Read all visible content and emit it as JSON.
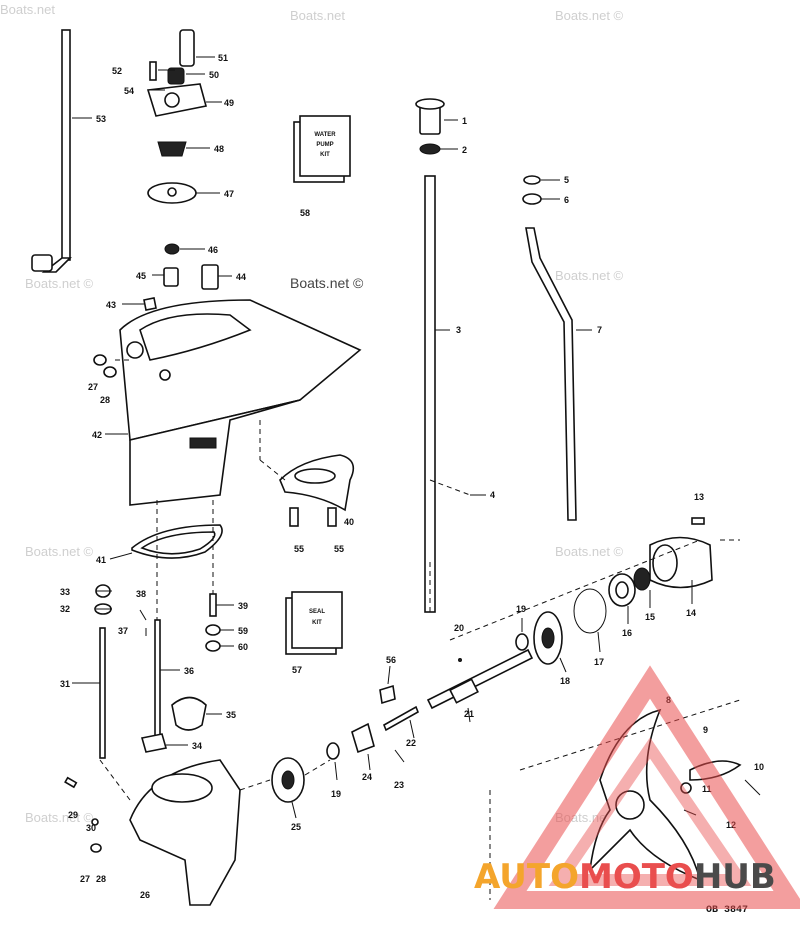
{
  "watermarks": [
    "Boats.net",
    "Boats.net",
    "Boats.net ©",
    "Boats.net ©",
    "Boats.net ©",
    "Boats.net ©",
    "Boats.net ©",
    "Boats.net ©",
    "Boats.net ©",
    "Boats.net ©"
  ],
  "kits": {
    "water_pump": [
      "WATER",
      "PUMP",
      "KIT"
    ],
    "seal": [
      "SEAL",
      "KIT"
    ]
  },
  "callouts": {
    "c1": "1",
    "c2": "2",
    "c3": "3",
    "c4": "4",
    "c5": "5",
    "c6": "6",
    "c7": "7",
    "c8": "8",
    "c9": "9",
    "c10": "10",
    "c11": "11",
    "c12": "12",
    "c13": "13",
    "c14": "14",
    "c15": "15",
    "c16": "16",
    "c17": "17",
    "c18": "18",
    "c19a": "19",
    "c19b": "19",
    "c20": "20",
    "c21": "21",
    "c22": "22",
    "c23": "23",
    "c24": "24",
    "c25": "25",
    "c26": "26",
    "c27a": "27",
    "c28a": "28",
    "c27b": "27",
    "c28b": "28",
    "c29": "29",
    "c30": "30",
    "c31": "31",
    "c32": "32",
    "c33": "33",
    "c34": "34",
    "c35": "35",
    "c36": "36",
    "c37": "37",
    "c38": "38",
    "c39": "39",
    "c40": "40",
    "c41": "41",
    "c42": "42",
    "c43": "43",
    "c44": "44",
    "c45": "45",
    "c46": "46",
    "c47": "47",
    "c48": "48",
    "c49": "49",
    "c50": "50",
    "c51": "51",
    "c52": "52",
    "c53": "53",
    "c54": "54",
    "c55a": "55",
    "c55b": "55",
    "c56": "56",
    "c57": "57",
    "c58": "58",
    "c59": "59",
    "c60": "60"
  },
  "diagram_ref": "OB 3847",
  "brand": {
    "part1": "AUTO",
    "part2": "MOTO",
    "part3": "HUB"
  },
  "colors": {
    "brand_orange": "#f4a52c",
    "brand_red": "#e94e4e",
    "brand_gray": "#4a4a4a",
    "logo_triangle": "#e94e4e"
  }
}
